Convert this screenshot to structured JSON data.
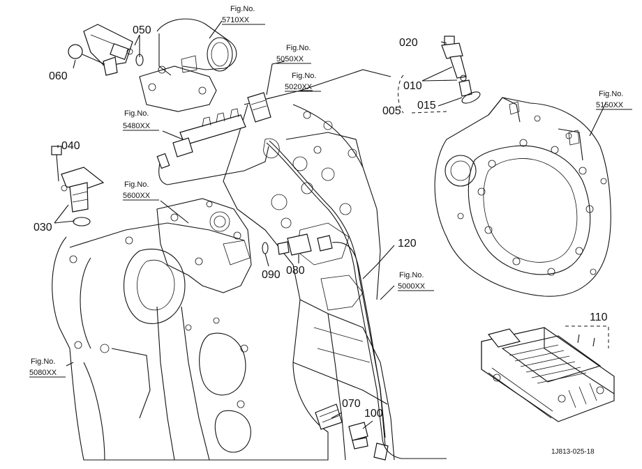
{
  "diagram": {
    "code": "1J813-025-18",
    "part_numbers": {
      "p005": "005",
      "p010": "010",
      "p015": "015",
      "p020": "020",
      "p030": "030",
      "p040": "040",
      "p050": "050",
      "p060": "060",
      "p070": "070",
      "p080": "080",
      "p090": "090",
      "p100": "100",
      "p110": "110",
      "p120": "120"
    },
    "fig_refs": [
      {
        "label": "Fig.No.",
        "number": "5710XX"
      },
      {
        "label": "Fig.No.",
        "number": "5050XX"
      },
      {
        "label": "Fig.No.",
        "number": "5020XX"
      },
      {
        "label": "Fig.No.",
        "number": "5480XX"
      },
      {
        "label": "Fig.No.",
        "number": "5600XX"
      },
      {
        "label": "Fig.No.",
        "number": "5150XX"
      },
      {
        "label": "Fig.No.",
        "number": "5000XX"
      },
      {
        "label": "Fig.No.",
        "number": "5080XX"
      }
    ]
  }
}
